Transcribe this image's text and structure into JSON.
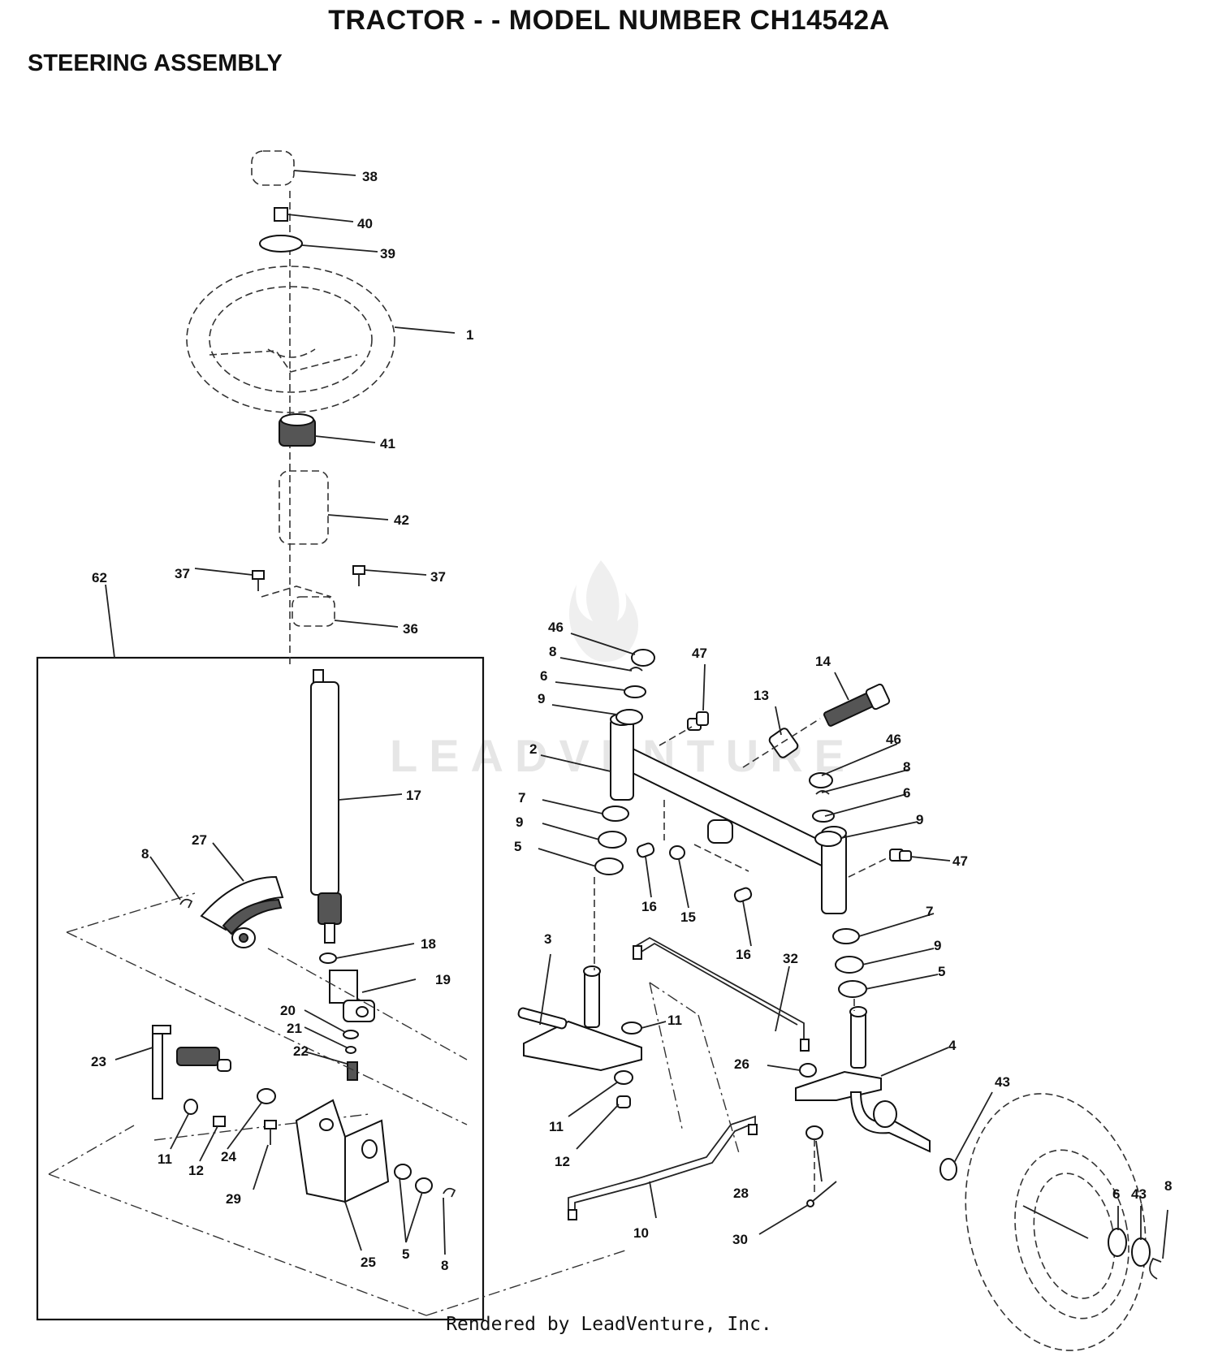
{
  "header": {
    "title": "TRACTOR - - MODEL NUMBER CH14542A",
    "subtitle": "STEERING ASSEMBLY"
  },
  "footer": {
    "text": "Rendered by LeadVenture, Inc."
  },
  "watermark": {
    "text": "LEADVENTURE"
  },
  "callouts": {
    "c38": "38",
    "c40": "40",
    "c39": "39",
    "c1": "1",
    "c41": "41",
    "c42": "42",
    "c37a": "37",
    "c37b": "37",
    "c36": "36",
    "c62": "62",
    "c17": "17",
    "c27": "27",
    "c8a": "8",
    "c18": "18",
    "c19": "19",
    "c20": "20",
    "c21": "21",
    "c22": "22",
    "c23": "23",
    "c11a": "11",
    "c12a": "12",
    "c24": "24",
    "c29": "29",
    "c25": "25",
    "c5a": "5",
    "c8b": "8",
    "c46a": "46",
    "c8c": "8",
    "c6a": "6",
    "c9a": "9",
    "c47a": "47",
    "c13": "13",
    "c14": "14",
    "c2": "2",
    "c46b": "46",
    "c8d": "8",
    "c6b": "6",
    "c9b": "9",
    "c7a": "7",
    "c9c": "9",
    "c5b": "5",
    "c16a": "16",
    "c15": "15",
    "c16b": "16",
    "c47b": "47",
    "c7b": "7",
    "c9d": "9",
    "c5c": "5",
    "c3": "3",
    "c32": "32",
    "c11b": "11",
    "c26": "26",
    "c4": "4",
    "c43a": "43",
    "c11c": "11",
    "c12b": "12",
    "c28": "28",
    "c10": "10",
    "c30": "30",
    "c6c": "6",
    "c43b": "43",
    "c8e": "8"
  }
}
